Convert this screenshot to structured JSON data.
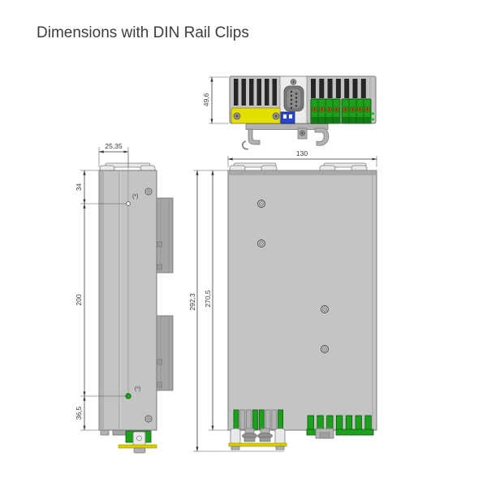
{
  "page": {
    "title": "Dimensions with DIN Rail Clips"
  },
  "colors": {
    "label_yellow": "#e4df00",
    "terminal_green": "#1da11d",
    "terminal_green_dark": "#127a12",
    "dip_blue": "#2946cc",
    "base_yellow": "#d8ce00",
    "body_gray": "#c4c4c4",
    "dimension_ink": "#3a3a3a"
  },
  "front_view": {
    "height_dim": "49,6"
  },
  "side_view": {
    "offset_dim": "25,35",
    "upper_dim": "34",
    "middle_dim": "200",
    "lower_dim": "36,5",
    "upper_hole_note": "(*)",
    "lower_hole_note": "(*)"
  },
  "back_view": {
    "width_dim": "130",
    "overall_height_dim": "292,3",
    "case_height_dim": "270,5"
  }
}
